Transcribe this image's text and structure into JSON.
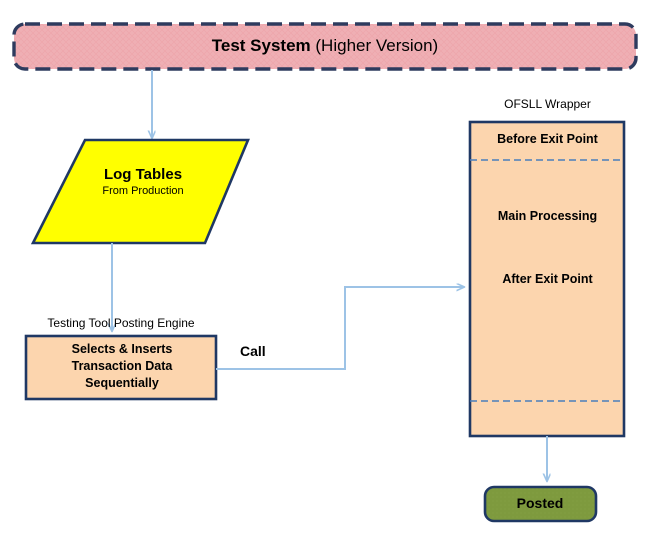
{
  "diagram": {
    "title_banner": {
      "label_strong": "Test System",
      "label_normal": " (Higher Version)",
      "fill_color": "#EFAFB4",
      "border_color": "#2E3B5E"
    },
    "log_tables": {
      "title": "Log Tables",
      "subtitle": "From Production",
      "fill_color": "#FFFF00",
      "border_color": "#1F3864"
    },
    "testing_tool": {
      "caption": "Testing Tool  Posting Engine",
      "line1": "Selects & Inserts",
      "line2": "Transaction Data",
      "line3": "Sequentially",
      "fill_color": "#FCD5AE",
      "border_color": "#1F3864"
    },
    "call_edge": {
      "label": "Call",
      "color": "#9DC3E6"
    },
    "ofsll_wrapper": {
      "caption": "OFSLL Wrapper",
      "before_exit_point": "Before Exit Point",
      "main_processing": "Main Processing",
      "after_exit_point": "After Exit Point",
      "fill_color": "#FCD5AE",
      "border_color": "#1F3864",
      "divider_color": "#4A7EBB"
    },
    "posted": {
      "label": "Posted",
      "fill_color": "#7E9A3E",
      "border_color": "#1F3864"
    },
    "arrow_color": "#9DC3E6"
  }
}
